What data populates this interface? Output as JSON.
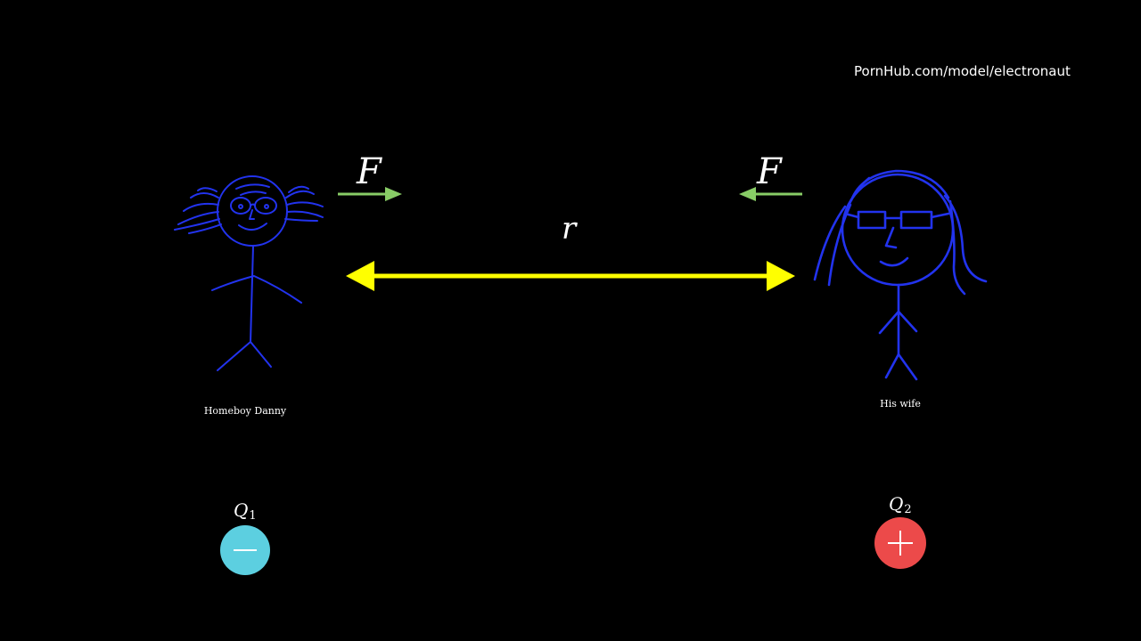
{
  "watermark": "PornHub.com/model/electronaut",
  "labels": {
    "force_left": "F",
    "force_right": "F",
    "distance": "r",
    "person_left": "Homeboy Danny",
    "person_right": "His wife",
    "charge_left_symbol": "Q",
    "charge_left_index": "1",
    "charge_right_symbol": "Q",
    "charge_right_index": "2"
  },
  "colors": {
    "background": "#000000",
    "figure_stroke": "#2233ee",
    "force_arrow": "#88cc66",
    "distance_arrow": "#ffff00",
    "negative_charge": "#5ccfe0",
    "positive_charge": "#ec4a4a",
    "text": "#ffffff"
  },
  "charges": {
    "left_sign": "negative",
    "right_sign": "positive"
  },
  "icons": {
    "left_figure": "stick-figure-man-icon",
    "right_figure": "stick-figure-woman-icon",
    "minus": "minus-icon",
    "plus": "plus-icon"
  }
}
